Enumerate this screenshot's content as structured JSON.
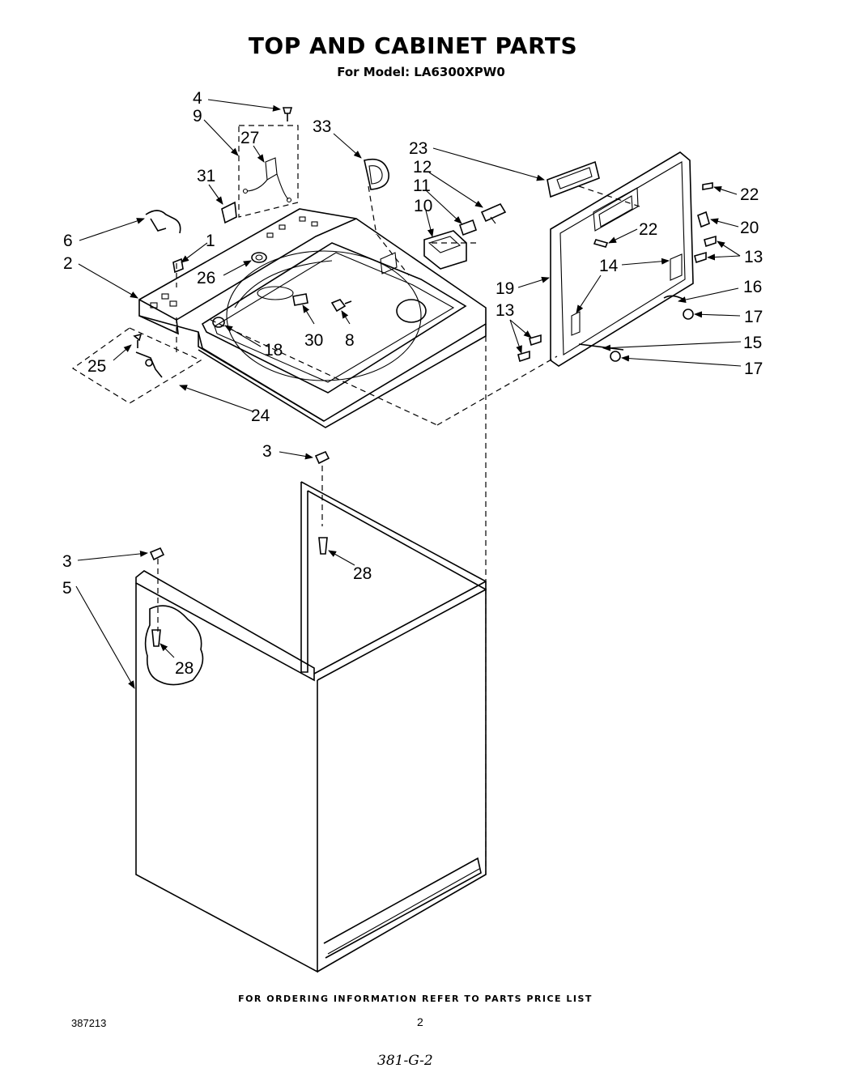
{
  "header": {
    "title": "TOP AND CABINET PARTS",
    "model_line": "For Model: LA6300XPW0"
  },
  "footer": {
    "ordering_note": "FOR ORDERING INFORMATION REFER TO PARTS PRICE LIST",
    "document_number": "387213",
    "page_number": "2",
    "handwritten_note": "381-G-2"
  },
  "callouts": [
    {
      "id": "c4",
      "text": "4"
    },
    {
      "id": "c9",
      "text": "9"
    },
    {
      "id": "c27",
      "text": "27"
    },
    {
      "id": "c33",
      "text": "33"
    },
    {
      "id": "c31",
      "text": "31"
    },
    {
      "id": "c23",
      "text": "23"
    },
    {
      "id": "c12",
      "text": "12"
    },
    {
      "id": "c11",
      "text": "11"
    },
    {
      "id": "c10",
      "text": "10"
    },
    {
      "id": "c22a",
      "text": "22"
    },
    {
      "id": "c22b",
      "text": "22"
    },
    {
      "id": "c20",
      "text": "20"
    },
    {
      "id": "c13a",
      "text": "13"
    },
    {
      "id": "c6",
      "text": "6"
    },
    {
      "id": "c1",
      "text": "1"
    },
    {
      "id": "c2",
      "text": "2"
    },
    {
      "id": "c26",
      "text": "26"
    },
    {
      "id": "c14",
      "text": "14"
    },
    {
      "id": "c16",
      "text": "16"
    },
    {
      "id": "c19",
      "text": "19"
    },
    {
      "id": "c17a",
      "text": "17"
    },
    {
      "id": "c13b",
      "text": "13"
    },
    {
      "id": "c30",
      "text": "30"
    },
    {
      "id": "c8",
      "text": "8"
    },
    {
      "id": "c18",
      "text": "18"
    },
    {
      "id": "c15",
      "text": "15"
    },
    {
      "id": "c25",
      "text": "25"
    },
    {
      "id": "c17b",
      "text": "17"
    },
    {
      "id": "c24",
      "text": "24"
    },
    {
      "id": "c3a",
      "text": "3"
    },
    {
      "id": "c3b",
      "text": "3"
    },
    {
      "id": "c28a",
      "text": "28"
    },
    {
      "id": "c5",
      "text": "5"
    },
    {
      "id": "c28b",
      "text": "28"
    }
  ]
}
